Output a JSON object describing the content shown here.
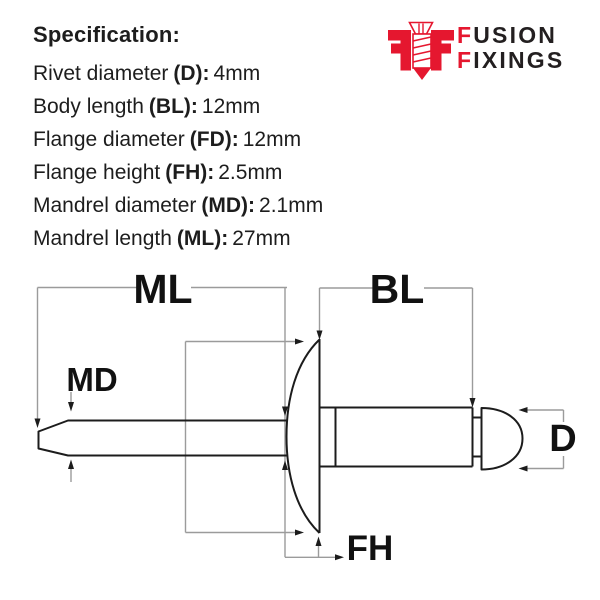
{
  "page": {
    "background": "#ffffff"
  },
  "spec": {
    "heading": "Specification:",
    "items": [
      {
        "label": "Rivet diameter",
        "code": "(D):",
        "value": "4mm"
      },
      {
        "label": "Body length",
        "code": "(BL):",
        "value": "12mm"
      },
      {
        "label": "Flange diameter",
        "code": "(FD):",
        "value": "12mm"
      },
      {
        "label": "Flange height",
        "code": "(FH):",
        "value": "2.5mm"
      },
      {
        "label": "Mandrel diameter",
        "code": "(MD):",
        "value": "2.1mm"
      },
      {
        "label": "Mandrel length",
        "code": "(ML):",
        "value": "27mm"
      }
    ]
  },
  "logo": {
    "mark_letters": "FF",
    "screw_icon": "screw-icon",
    "word1_initial": "F",
    "word1_rest": "USION",
    "word2_initial": "F",
    "word2_rest": "IXINGS",
    "colors": {
      "red": "#e5172f",
      "ink": "#231f20"
    }
  },
  "diagram": {
    "labels": {
      "mandrel_length": "ML",
      "body_length": "BL",
      "mandrel_diameter": "MD",
      "flange_height": "FH",
      "rivet_diameter": "D"
    },
    "colors": {
      "outline": "#1c1c1c",
      "dimension": "#9b9b9b"
    }
  }
}
